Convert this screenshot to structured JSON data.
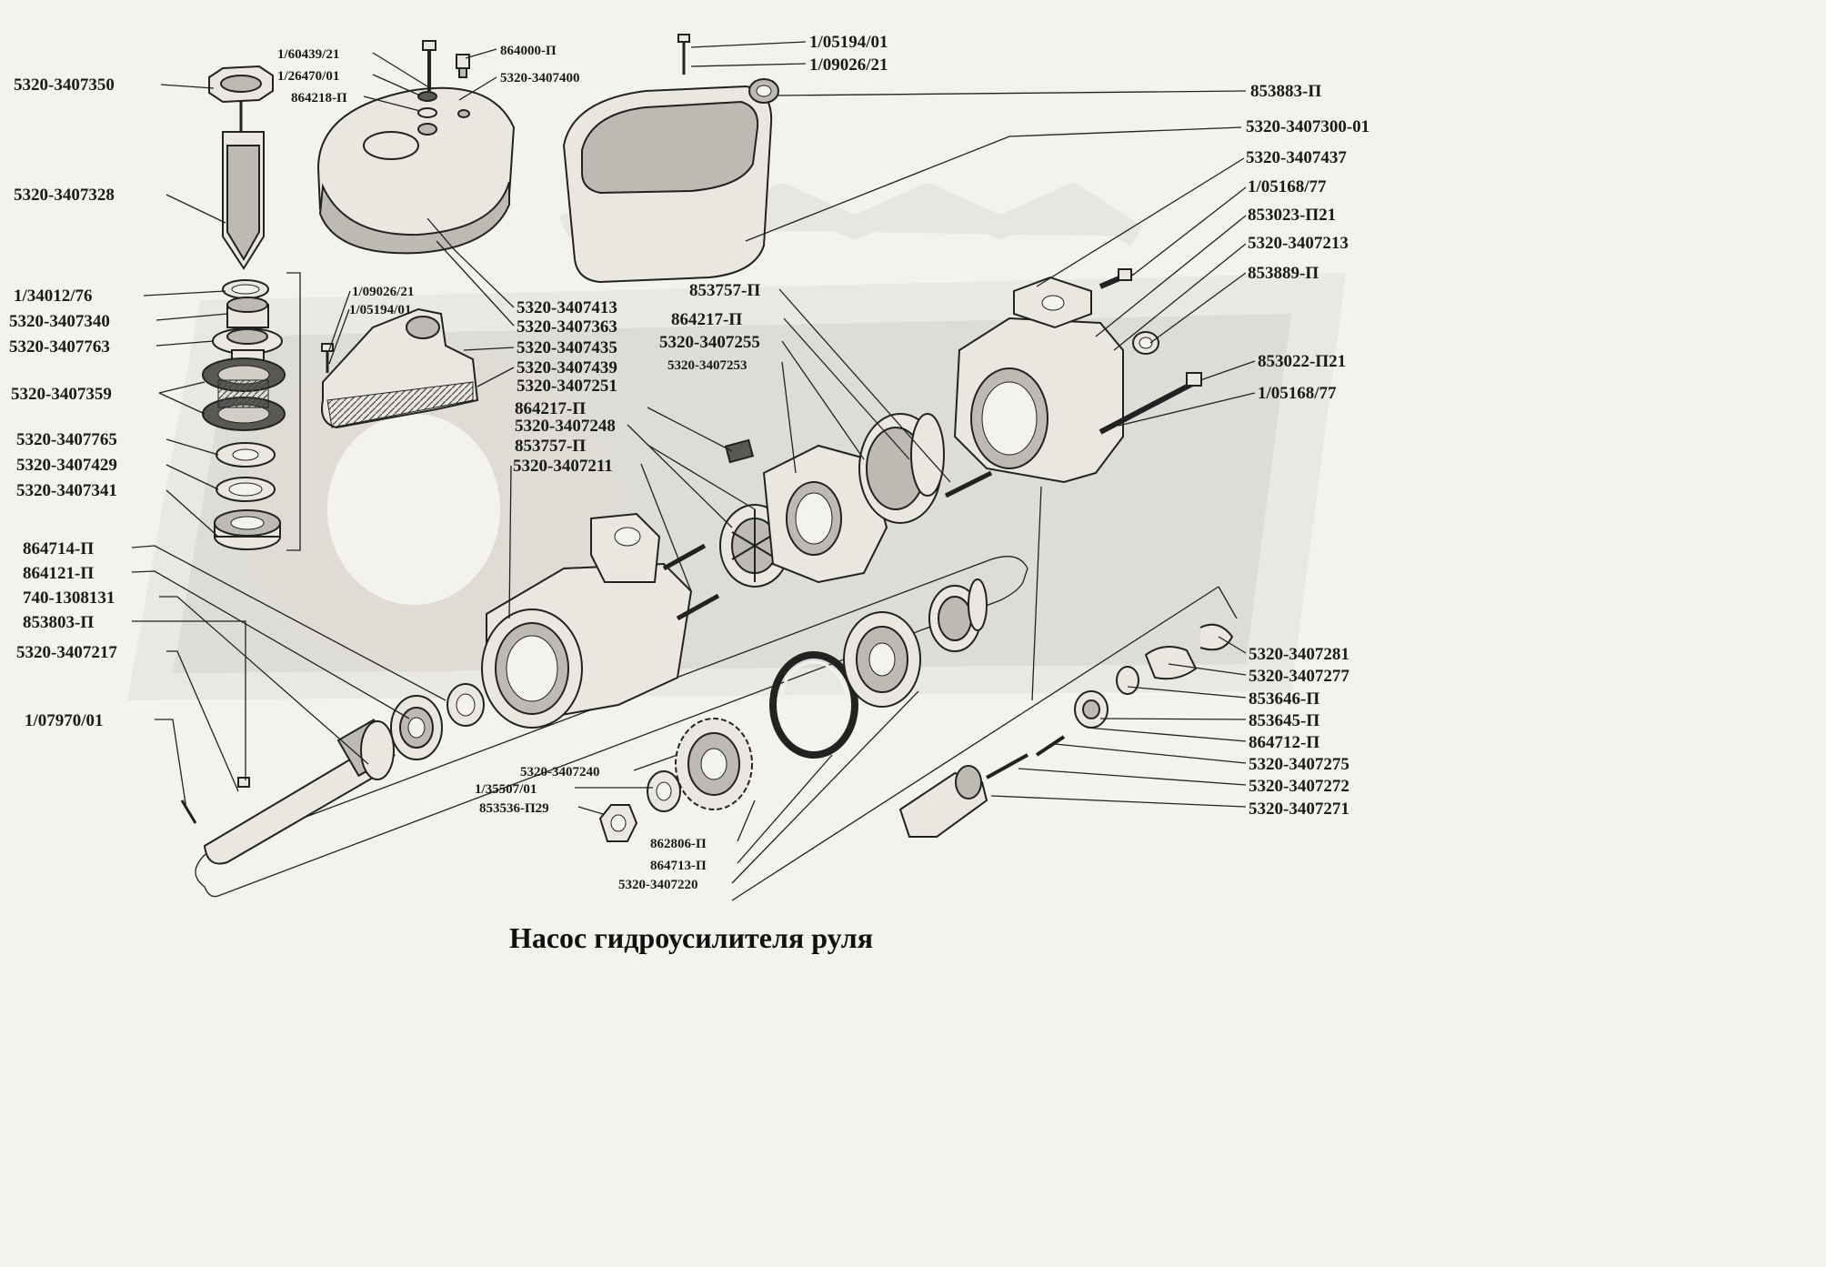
{
  "title": "Насос гидроусилителя руля",
  "labels": [
    {
      "id": "l01",
      "text": "5320-3407350"
    },
    {
      "id": "l02",
      "text": "1/60439/21"
    },
    {
      "id": "l03",
      "text": "1/26470/01"
    },
    {
      "id": "l04",
      "text": "864218-П"
    },
    {
      "id": "l05",
      "text": "864000-П"
    },
    {
      "id": "l06",
      "text": "5320-3407400"
    },
    {
      "id": "l07",
      "text": "1/05194/01"
    },
    {
      "id": "l08",
      "text": "1/09026/21"
    },
    {
      "id": "l09",
      "text": "853883-П"
    },
    {
      "id": "l10",
      "text": "5320-3407300-01"
    },
    {
      "id": "l11",
      "text": "5320-3407437"
    },
    {
      "id": "l12",
      "text": "1/05168/77"
    },
    {
      "id": "l13",
      "text": "853023-П21"
    },
    {
      "id": "l14",
      "text": "5320-3407213"
    },
    {
      "id": "l15",
      "text": "853889-П"
    },
    {
      "id": "l16",
      "text": "5320-3407328"
    },
    {
      "id": "l17",
      "text": "1/34012/76"
    },
    {
      "id": "l18",
      "text": "5320-3407340"
    },
    {
      "id": "l19",
      "text": "5320-3407763"
    },
    {
      "id": "l20",
      "text": "5320-3407359"
    },
    {
      "id": "l21",
      "text": "5320-3407765"
    },
    {
      "id": "l22",
      "text": "5320-3407429"
    },
    {
      "id": "l23",
      "text": "5320-3407341"
    },
    {
      "id": "l24",
      "text": "1/09026/21"
    },
    {
      "id": "l25",
      "text": "1/05194/01"
    },
    {
      "id": "l26",
      "text": "5320-3407413"
    },
    {
      "id": "l27",
      "text": "5320-3407363"
    },
    {
      "id": "l28",
      "text": "5320-3407435"
    },
    {
      "id": "l29",
      "text": "5320-3407439"
    },
    {
      "id": "l30",
      "text": "5320-3407251"
    },
    {
      "id": "l31",
      "text": "864217-П"
    },
    {
      "id": "l32",
      "text": "5320-3407248"
    },
    {
      "id": "l33",
      "text": "853757-П"
    },
    {
      "id": "l34",
      "text": "5320-3407211"
    },
    {
      "id": "l35",
      "text": "853757-П"
    },
    {
      "id": "l36",
      "text": "864217-П"
    },
    {
      "id": "l37",
      "text": "5320-3407255"
    },
    {
      "id": "l38",
      "text": "5320-3407253"
    },
    {
      "id": "l39",
      "text": "853022-П21"
    },
    {
      "id": "l40",
      "text": "1/05168/77"
    },
    {
      "id": "l41",
      "text": "864714-П"
    },
    {
      "id": "l42",
      "text": "864121-П"
    },
    {
      "id": "l43",
      "text": "740-1308131"
    },
    {
      "id": "l44",
      "text": "853803-П"
    },
    {
      "id": "l45",
      "text": "5320-3407217"
    },
    {
      "id": "l46",
      "text": "1/07970/01"
    },
    {
      "id": "l47",
      "text": "5320-3407240"
    },
    {
      "id": "l48",
      "text": "1/35507/01"
    },
    {
      "id": "l49",
      "text": "853536-П29"
    },
    {
      "id": "l50",
      "text": "862806-П"
    },
    {
      "id": "l51",
      "text": "864713-П"
    },
    {
      "id": "l52",
      "text": "5320-3407220"
    },
    {
      "id": "l53",
      "text": "5320-3407281"
    },
    {
      "id": "l54",
      "text": "5320-3407277"
    },
    {
      "id": "l55",
      "text": "853646-П"
    },
    {
      "id": "l56",
      "text": "853645-П"
    },
    {
      "id": "l57",
      "text": "864712-П"
    },
    {
      "id": "l58",
      "text": "5320-3407275"
    },
    {
      "id": "l59",
      "text": "5320-3407272"
    },
    {
      "id": "l60",
      "text": "5320-3407271"
    }
  ]
}
